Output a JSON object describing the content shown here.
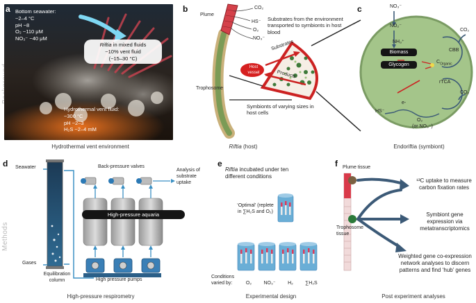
{
  "side_labels": {
    "background": "Background",
    "methods": "Methods"
  },
  "panel_a": {
    "letter": "a",
    "seawater_text": [
      "Bottom seawater:",
      "~2–4 °C",
      "pH ~8",
      "O₂ ~110 μM",
      "NO₃⁻ ~40 μM"
    ],
    "mixed_title": "Riftia",
    "mixed_title_rest": " in mixed fluids",
    "mixed_lines": [
      "~10% vent fluid",
      "(~15–30 °C)"
    ],
    "vent_text": [
      "Hydrothermal vent fluid:",
      "~300 °C",
      "pH ~2–3",
      "H₂S ~2–4 mM"
    ],
    "caption": "Hydrothermal vent environment"
  },
  "panel_b": {
    "letter": "b",
    "plume": "Plume",
    "trophosome": "Trophosome",
    "co2": "CO₂",
    "hs": "HS⁻",
    "o2": "O₂",
    "no3": "NO₃⁻",
    "transport_text": "Substrates from the environment transported to symbionts in host blood",
    "substrates": "Substrates",
    "products": "Products",
    "host_vessel": "Host vessel",
    "symbionts_text": "Symbionts of varying sizes in host cells",
    "caption_italic": "Riftia",
    "caption_rest": " (host)"
  },
  "panel_c": {
    "letter": "c",
    "no3_top": "NO₃⁻",
    "no2": "NO₂⁻",
    "nh3": "NH₃⁺",
    "biomass": "Biomass",
    "glycogen": "Glycogen",
    "cbb": "CBB",
    "c_organic": "C",
    "organic_sub": "Organic",
    "rtca": "rTCA",
    "co2_top": "CO₂",
    "co2_bottom": "CO₂",
    "electron": "e-",
    "hs": "HS⁻",
    "o2": "O₂",
    "or_no3": "(or NO₃⁻)",
    "caption": "Endoriftia (symbiont)"
  },
  "panel_d": {
    "letter": "d",
    "seawater": "Seawater",
    "gases": "Gases",
    "equilibration": "Equilibration column",
    "valves": "Back-pressure valves",
    "analysis": "Analysis of substrate uptake",
    "aquaria": "High-pressure aquaria",
    "pumps": "High pressure pumps",
    "caption": "High-pressure respirometry"
  },
  "panel_e": {
    "letter": "e",
    "incubated_italic": "Riftia",
    "incubated_rest": " incubated under ten different conditions",
    "optimal": "‘Optimal’ (replete in ∑H₂S and O₂)",
    "conditions": "Conditions varied by:",
    "conditions_list": [
      "O₂",
      "NO₃⁻",
      "H₂",
      "∑H₂S"
    ],
    "caption": "Experimental design"
  },
  "panel_f": {
    "letter": "f",
    "plume_tissue": "Plume tissue",
    "trophosome_tissue": "Trophosome tissue",
    "uptake": "¹³C uptake to measure carbon fixation rates",
    "gene_expr": "Symbiont gene expression via metatranscriptomics",
    "wgcna": "Weighted gene co-expression network analyses to discern patterns and find ‘hub’ genes",
    "caption": "Post experiment analyses"
  },
  "colors": {
    "arrow_blue": "#3c5a77",
    "symbiont_green": "#a4c58a",
    "tube_blue": "#6aaed6",
    "vessel_red": "#cc2222"
  }
}
